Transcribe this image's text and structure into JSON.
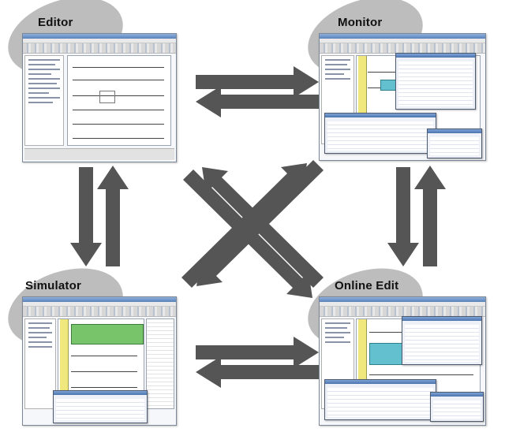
{
  "diagram": {
    "nodes": [
      {
        "id": "editor",
        "label": "Editor"
      },
      {
        "id": "monitor",
        "label": "Monitor"
      },
      {
        "id": "simulator",
        "label": "Simulator"
      },
      {
        "id": "online_edit",
        "label": "Online Edit"
      }
    ],
    "edges": [
      {
        "from": "editor",
        "to": "monitor"
      },
      {
        "from": "monitor",
        "to": "editor"
      },
      {
        "from": "editor",
        "to": "simulator"
      },
      {
        "from": "simulator",
        "to": "editor"
      },
      {
        "from": "monitor",
        "to": "online_edit"
      },
      {
        "from": "online_edit",
        "to": "monitor"
      },
      {
        "from": "simulator",
        "to": "online_edit"
      },
      {
        "from": "online_edit",
        "to": "simulator"
      },
      {
        "from": "editor",
        "to": "online_edit"
      },
      {
        "from": "online_edit",
        "to": "editor"
      },
      {
        "from": "monitor",
        "to": "simulator"
      },
      {
        "from": "simulator",
        "to": "monitor"
      }
    ],
    "colors": {
      "arrow": "#555555",
      "label_bubble": "#bdbdbd"
    }
  }
}
